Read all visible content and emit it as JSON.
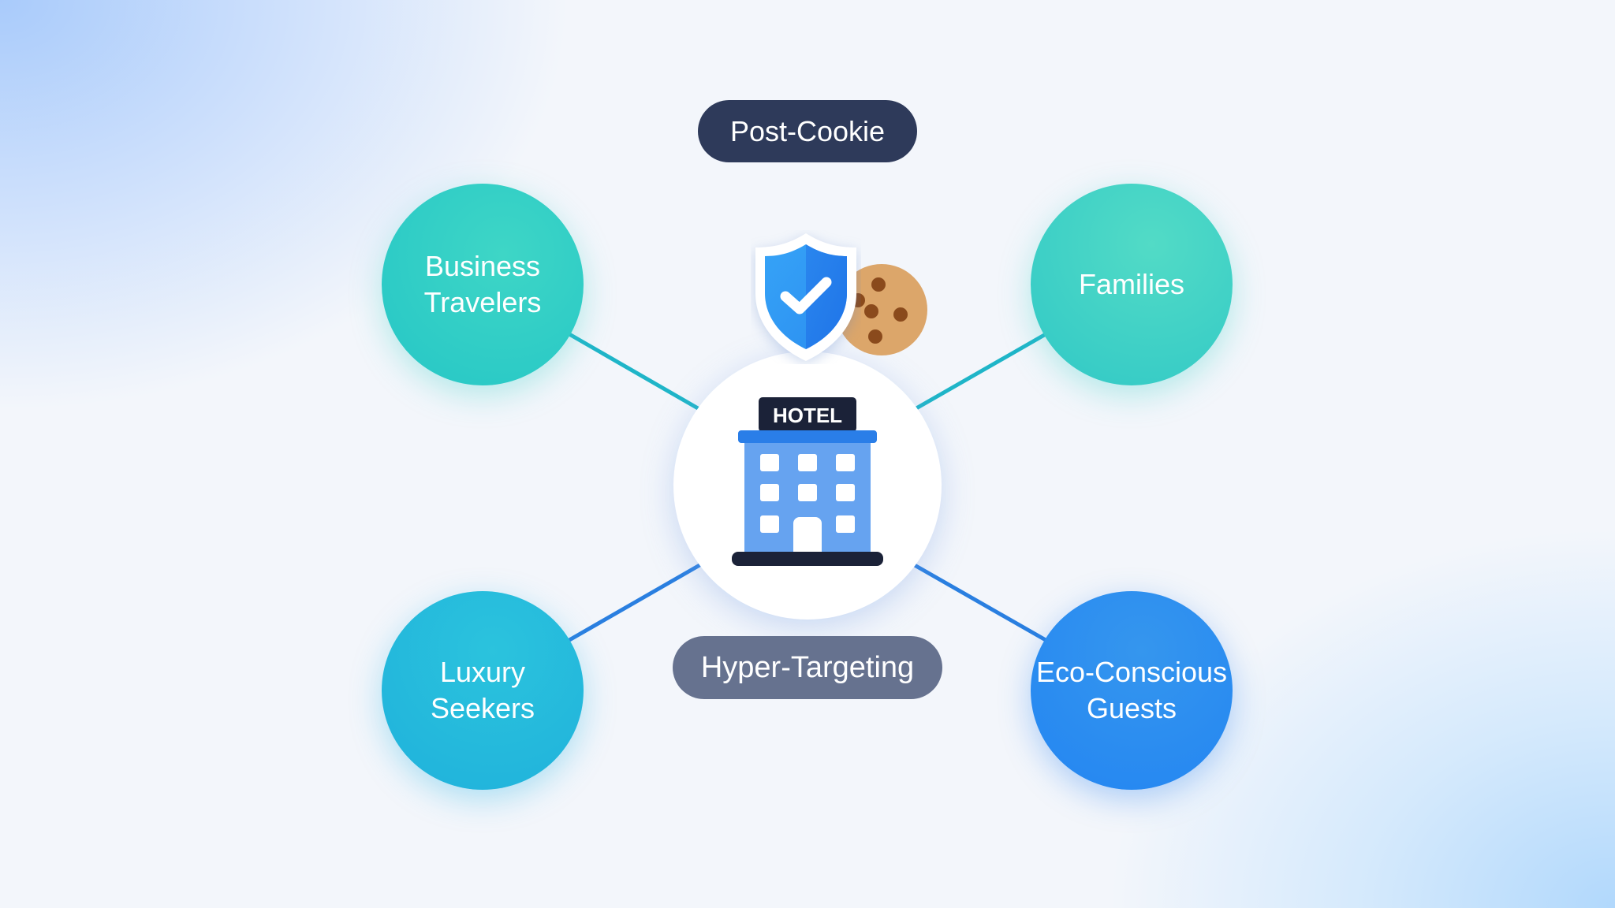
{
  "diagram": {
    "top_label": "Post-Cookie",
    "bottom_label": "Hyper-Targeting",
    "center": {
      "icon": "hotel-building-icon",
      "sign_text": "HOTEL",
      "badge_icons": [
        "shield-check-icon",
        "cookie-icon"
      ]
    },
    "segments": [
      {
        "label": "Business\nTravelers",
        "color": "#2fcfc0",
        "position": "top-left"
      },
      {
        "label": "Families",
        "color": "#3fd3c3",
        "position": "top-right"
      },
      {
        "label": "Luxury\nSeekers",
        "color": "#22b8dc",
        "position": "bottom-left"
      },
      {
        "label": "Eco-Conscious\nGuests",
        "color": "#2f8bf0",
        "position": "bottom-right"
      }
    ]
  },
  "colors": {
    "top_pill": "#2e3a5a",
    "bottom_pill": "#66728f",
    "connector_teal": "#1fb5c8",
    "connector_blue": "#2a7fe0",
    "hotel_body": "#66a3f0",
    "hotel_roof": "#2a7ee8",
    "hotel_dark": "#1b2238",
    "shield": "#2b8ff0",
    "cookie": "#dca66a",
    "cookie_chip": "#8a4a1c"
  }
}
